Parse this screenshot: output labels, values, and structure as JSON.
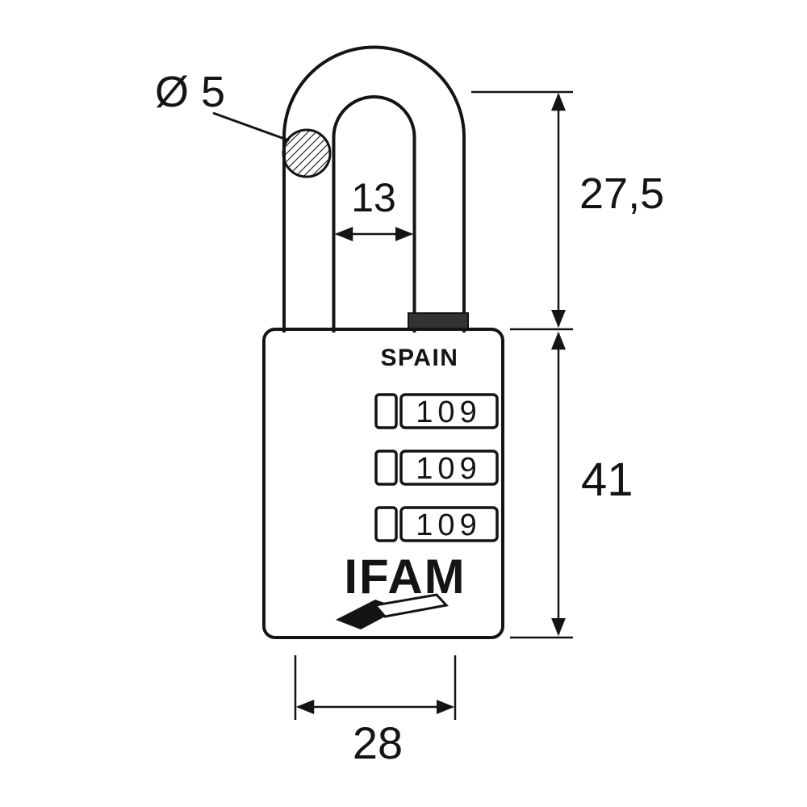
{
  "drawing": {
    "type": "technical-drawing-padlock",
    "brand": "IFAM",
    "origin_label": "SPAIN",
    "dials": [
      "109",
      "109",
      "109"
    ],
    "dimensions": {
      "shackle_diameter": "Ø 5",
      "shackle_inner_width": "13",
      "shackle_height": "27,5",
      "body_height": "41",
      "body_width": "28"
    },
    "colors": {
      "ink": "#141414",
      "background": "#ffffff"
    }
  }
}
